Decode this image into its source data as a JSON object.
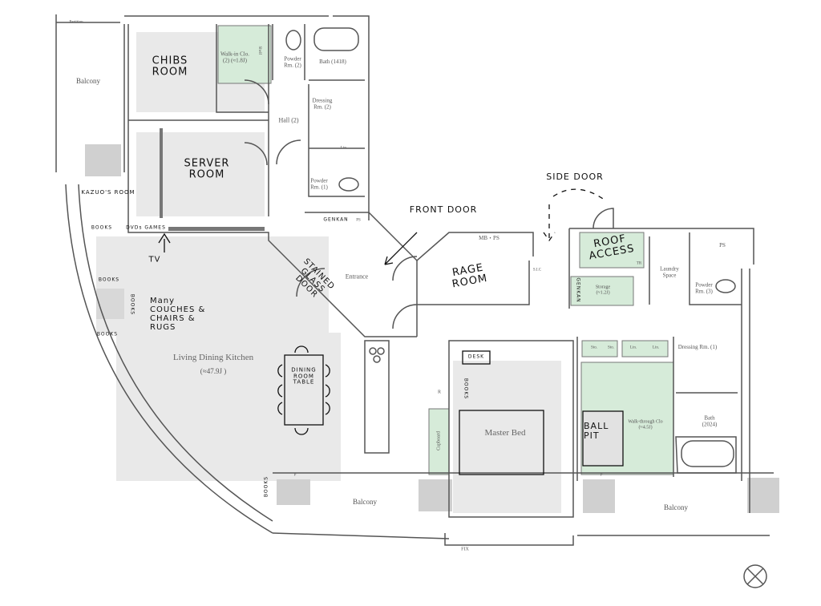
{
  "plan_labels": {
    "balcony_left": "Balcony",
    "partition": "Partition",
    "walk_in_clo_2": "Walk-in Clo. (2) (≈1.8J)",
    "shelf": "Shelf",
    "powder_rm_2": "Powder Rm. (2)",
    "bath_1418": "Bath (1418)",
    "dressing_rm_2": "Dressing Rm. (2)",
    "hall_2": "Hall (2)",
    "lin_1": "Lin.",
    "powder_rm_1": "Powder Rm. (1)",
    "ps_1": "PS",
    "entrance": "Entrance",
    "mb_ps": "MB・PS",
    "shoe": "S.I.C",
    "tr": "TR",
    "storage": "Storage (≈1.2J)",
    "laundry": "Laundry Space",
    "ps_2": "PS",
    "powder_rm_3": "Powder Rm. (3)",
    "dressing_rm_1": "Dressing Rm. (1)",
    "sto_1": "Sto.",
    "sto_2": "Sto.",
    "lin_2": "Lin.",
    "lin_3": "Lin.",
    "walk_through_clo": "Walk-through Clo (≈4.5J)",
    "bath_2024": "Bath (2024)",
    "living": "Living Dining Kitchen",
    "living_size": "(≈47.9J )",
    "master_bed": "Master Bed",
    "cupboard": "Cupboard",
    "refrigerator": "R",
    "balcony_mid": "Balcony",
    "balcony_right": "Balcony",
    "p_1": "P",
    "p_2": "P",
    "fix": "FIX"
  },
  "handwritten": {
    "chibs_room": "CHIBS ROOM",
    "server_room": "SERVER ROOM",
    "kazuos_room": "KAZUO'S ROOM",
    "books_top": "BOOKS",
    "dvds_games": "DVDs GAMES",
    "tv": "TV",
    "books_fire_top": "BOOKS",
    "books_fire_side": "BOOKS",
    "books_fire_bottom": "BOOKS",
    "many_couches": "Many COUCHES & CHAIRS & RUGS",
    "stained_glass_door": "STAINED GLASS DOOR",
    "dining_table": "DINING ROOM TABLE",
    "front_door": "FRONT DOOR",
    "side_door": "SIDE DOOR",
    "rage_room": "RAGE ROOM",
    "roof_access": "ROOF ACCESS",
    "genkan_1": "GENKAN",
    "genkan_2": "GENKAN",
    "desk": "DESK",
    "books_bed": "BOOKS",
    "books_balcony": "BOOKS",
    "ball_pit": "BALL PIT"
  },
  "colors": {
    "wall": "#555555",
    "room_fill": "#e9e9e9",
    "closet_green": "#d6ebd9",
    "ink": "#111111"
  }
}
